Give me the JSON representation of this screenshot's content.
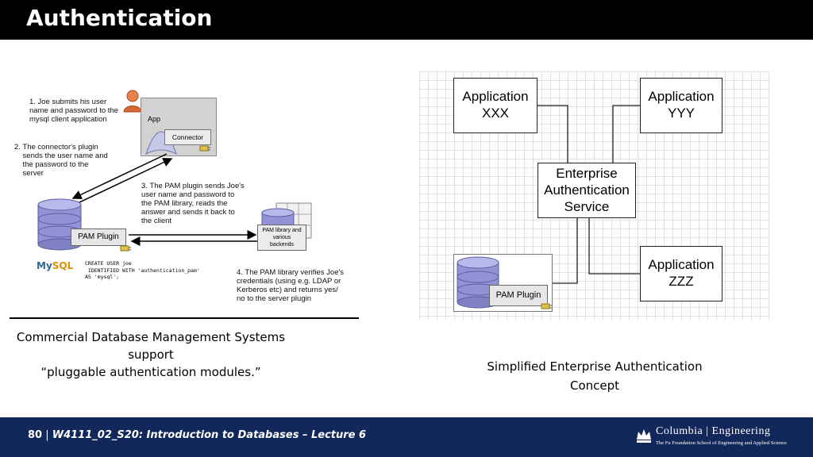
{
  "slide": {
    "title": "Authentication"
  },
  "left_diagram": {
    "step1": "1. Joe submits his user\nname and password to the\nmysql client application",
    "step2": "2. The connector's plugin\n    sends the user name and\n    the password to the\n    server",
    "step3": "3. The PAM plugin sends Joe's\nuser name and password to\nthe PAM library, reads the\nanswer and sends it back to\nthe client",
    "step4": "4. The PAM library verifies Joe's\ncredentials (using e.g. LDAP or\nKerberos etc) and returns yes/\nno to the server plugin",
    "app_label": "App",
    "connector_label": "Connector",
    "pam_plugin_label": "PAM Plugin",
    "pam_library_label": "PAM library and\nvarious\nbackends",
    "mysql_logo_my": "My",
    "mysql_logo_sql": "SQL",
    "code": "CREATE USER joe\n IDENTIFIED WITH 'authentication_pam'\nAS 'mysql';"
  },
  "left_caption": "Commercial Database Management Systems\nsupport\n“pluggable authentication modules.”",
  "right_diagram": {
    "app_xxx": "Application\nXXX",
    "app_yyy": "Application\nYYY",
    "app_zzz": "Application\nZZZ",
    "enterprise": "Enterprise\nAuthentication\nService",
    "pam_plugin_label": "PAM Plugin"
  },
  "right_caption": "Simplified Enterprise Authentication\nConcept",
  "footer": {
    "slide_number": "80",
    "separator": " | ",
    "course": "W4111_02_S20:  Introduction to Databases – Lecture 6",
    "logo_main": "Columbia | Engineering",
    "logo_sub": "The Fu Foundation School of Engineering and Applied Science"
  },
  "colors": {
    "title_bar": "#000000",
    "footer_bar": "#12275a",
    "db_cylinder": "#8e8fd1",
    "mysql_blue": "#2e6a8e",
    "mysql_orange": "#e48e00"
  }
}
